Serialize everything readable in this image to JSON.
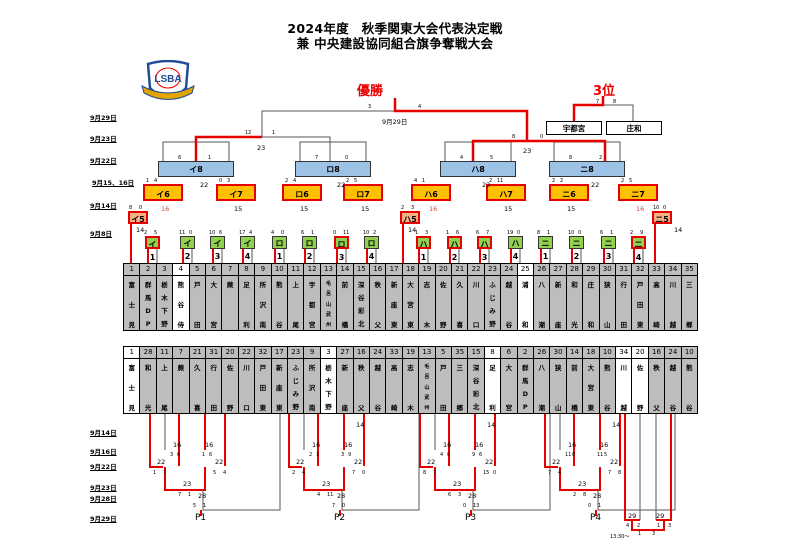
{
  "title_line1": "2024年度　秋季関東大会代表決定戦",
  "title_line2": "兼 中央建設協同組合旗争奪戦大会",
  "logo": {
    "text": "LSBA"
  },
  "colors": {
    "winner_line": "#e60000",
    "loser_line": "#555555",
    "block_final": "#9cc3e6",
    "block_semi": "#ffc000",
    "pre_match": "#f4b183",
    "first_round": "#92d050",
    "team_cell": "#bdbdbd",
    "highlight_cell": "#ffffff"
  },
  "labels": {
    "champion": "優勝",
    "third_place": "3位",
    "final_date": "9月29日",
    "third_teams": [
      "宇都宮",
      "庄和"
    ],
    "third_scores": [
      "7",
      "8"
    ],
    "final_scores": [
      "3",
      "4"
    ]
  },
  "date_labels_top": [
    "9月29日",
    "9月23日",
    "9月22日",
    "9月15、16日",
    "9月14日",
    "9月8日"
  ],
  "date_labels_bottom": [
    "9月14日",
    "9月16日",
    "9月22日",
    "9月23日",
    "9月28日",
    "9月29日"
  ],
  "top_teams": [
    {
      "num": "1",
      "name": [
        "富",
        "士",
        "見"
      ]
    },
    {
      "num": "2",
      "name": [
        "群",
        "馬",
        "D",
        "P"
      ]
    },
    {
      "num": "3",
      "name": [
        "栃",
        "木",
        "下",
        "野"
      ]
    },
    {
      "num": "4",
      "name": [
        "熊",
        "谷",
        "侍"
      ],
      "white": true
    },
    {
      "num": "5",
      "name": [
        "戸",
        "田"
      ]
    },
    {
      "num": "6",
      "name": [
        "大",
        "宮"
      ]
    },
    {
      "num": "7",
      "name": [
        "蕨"
      ]
    },
    {
      "num": "8",
      "name": [
        "足",
        "利"
      ]
    },
    {
      "num": "9",
      "name": [
        "所",
        "沢",
        "南"
      ]
    },
    {
      "num": "10",
      "name": [
        "熊",
        "谷"
      ]
    },
    {
      "num": "11",
      "name": [
        "上",
        "尾"
      ]
    },
    {
      "num": "12",
      "name": [
        "宇",
        "都",
        "宮"
      ]
    },
    {
      "num": "13",
      "name": [
        "毛",
        "呂",
        "山",
        "武",
        "州"
      ]
    },
    {
      "num": "14",
      "name": [
        "前",
        "橋"
      ]
    },
    {
      "num": "15",
      "name": [
        "深",
        "谷",
        "彩",
        "北"
      ]
    },
    {
      "num": "16",
      "name": [
        "秩",
        "父"
      ]
    },
    {
      "num": "17",
      "name": [
        "新",
        "座",
        "東"
      ]
    },
    {
      "num": "18",
      "name": [
        "大",
        "宮",
        "東"
      ]
    },
    {
      "num": "19",
      "name": [
        "志",
        "木"
      ]
    },
    {
      "num": "20",
      "name": [
        "佐",
        "野"
      ]
    },
    {
      "num": "21",
      "name": [
        "久",
        "喜"
      ]
    },
    {
      "num": "22",
      "name": [
        "川",
        "口"
      ]
    },
    {
      "num": "23",
      "name": [
        "ふ",
        "じ",
        "み",
        "野"
      ]
    },
    {
      "num": "24",
      "name": [
        "越",
        "谷"
      ]
    },
    {
      "num": "25",
      "name": [
        "浦",
        "和"
      ],
      "white": true
    },
    {
      "num": "26",
      "name": [
        "八",
        "潮"
      ]
    },
    {
      "num": "27",
      "name": [
        "新",
        "座"
      ]
    },
    {
      "num": "28",
      "name": [
        "和",
        "光"
      ]
    },
    {
      "num": "29",
      "name": [
        "庄",
        "和"
      ]
    },
    {
      "num": "30",
      "name": [
        "狭",
        "山"
      ]
    },
    {
      "num": "31",
      "name": [
        "行",
        "田"
      ]
    },
    {
      "num": "32",
      "name": [
        "戸",
        "田",
        "東"
      ]
    },
    {
      "num": "33",
      "name": [
        "高",
        "崎"
      ]
    },
    {
      "num": "34",
      "name": [
        "川",
        "越"
      ]
    },
    {
      "num": "35",
      "name": [
        "三",
        "郷"
      ]
    }
  ],
  "bottom_teams": [
    {
      "num": "1",
      "name": [
        "富",
        "士",
        "見"
      ],
      "white": true
    },
    {
      "num": "28",
      "name": [
        "和",
        "光"
      ]
    },
    {
      "num": "11",
      "name": [
        "上",
        "尾"
      ]
    },
    {
      "num": "7",
      "name": [
        "蕨"
      ]
    },
    {
      "num": "21",
      "name": [
        "久",
        "喜"
      ]
    },
    {
      "num": "31",
      "name": [
        "行",
        "田"
      ]
    },
    {
      "num": "20",
      "name": [
        "佐",
        "野"
      ]
    },
    {
      "num": "22",
      "name": [
        "川",
        "口"
      ]
    },
    {
      "num": "32",
      "name": [
        "戸",
        "田",
        "東"
      ]
    },
    {
      "num": "17",
      "name": [
        "新",
        "座",
        "東"
      ]
    },
    {
      "num": "23",
      "name": [
        "ふ",
        "じ",
        "み",
        "野"
      ]
    },
    {
      "num": "9",
      "name": [
        "所",
        "沢",
        "南"
      ]
    },
    {
      "num": "3",
      "name": [
        "栃",
        "木",
        "下",
        "野"
      ],
      "white": true
    },
    {
      "num": "27",
      "name": [
        "新",
        "座"
      ]
    },
    {
      "num": "16",
      "name": [
        "秩",
        "父"
      ]
    },
    {
      "num": "24",
      "name": [
        "越",
        "谷"
      ]
    },
    {
      "num": "33",
      "name": [
        "高",
        "崎"
      ]
    },
    {
      "num": "19",
      "name": [
        "志",
        "木"
      ]
    },
    {
      "num": "13",
      "name": [
        "毛",
        "呂",
        "山",
        "武",
        "州"
      ]
    },
    {
      "num": "5",
      "name": [
        "戸",
        "田"
      ]
    },
    {
      "num": "35",
      "name": [
        "三",
        "郷"
      ]
    },
    {
      "num": "15",
      "name": [
        "深",
        "谷",
        "彩",
        "北"
      ]
    },
    {
      "num": "8",
      "name": [
        "足",
        "利"
      ],
      "white": true
    },
    {
      "num": "6",
      "name": [
        "大",
        "宮"
      ]
    },
    {
      "num": "2",
      "name": [
        "群",
        "馬",
        "D",
        "P"
      ]
    },
    {
      "num": "26",
      "name": [
        "八",
        "潮"
      ]
    },
    {
      "num": "30",
      "name": [
        "狭",
        "山"
      ]
    },
    {
      "num": "14",
      "name": [
        "前",
        "橋"
      ]
    },
    {
      "num": "18",
      "name": [
        "大",
        "宮",
        "東"
      ]
    },
    {
      "num": "10",
      "name": [
        "熊",
        "谷"
      ]
    },
    {
      "num": "34",
      "name": [
        "川",
        "越"
      ],
      "white": true
    },
    {
      "num": "20",
      "name": [
        "佐",
        "野"
      ],
      "white": true
    },
    {
      "num": "16",
      "name": [
        "秩",
        "父"
      ]
    },
    {
      "num": "24",
      "name": [
        "越",
        "谷"
      ]
    },
    {
      "num": "10",
      "name": [
        "熊",
        "谷"
      ]
    }
  ],
  "first_round": [
    {
      "label": "イ1",
      "scores": [
        "2",
        "5"
      ]
    },
    {
      "label": "イ2",
      "scores": [
        "11",
        "0"
      ]
    },
    {
      "label": "イ3",
      "scores": [
        "10",
        "6"
      ]
    },
    {
      "label": "イ4",
      "scores": [
        "17",
        "4"
      ]
    },
    {
      "label": "ロ1",
      "scores": [
        "4",
        "0"
      ]
    },
    {
      "label": "ロ2",
      "scores": [
        "6",
        "1"
      ]
    },
    {
      "label": "ロ3",
      "scores": [
        "0",
        "11"
      ]
    },
    {
      "label": "ロ4",
      "scores": [
        "10",
        "2"
      ]
    },
    {
      "label": "ハ1",
      "scores": [
        "1",
        "3"
      ]
    },
    {
      "label": "ハ2",
      "scores": [
        "1",
        "6"
      ]
    },
    {
      "label": "ハ3",
      "scores": [
        "6",
        "7"
      ]
    },
    {
      "label": "ハ4",
      "scores": [
        "19",
        "0"
      ]
    },
    {
      "label": "ニ1",
      "scores": [
        "8",
        "1"
      ]
    },
    {
      "label": "ニ2",
      "scores": [
        "10",
        "0"
      ]
    },
    {
      "label": "ニ3",
      "scores": [
        "6",
        "1"
      ]
    },
    {
      "label": "ニ4",
      "scores": [
        "2",
        "9"
      ]
    }
  ],
  "pre_matches": [
    {
      "label": "イ5",
      "scores": [
        "8",
        "0"
      ],
      "date": "14"
    },
    {
      "label": "ハ5",
      "scores": [
        "2",
        "3"
      ],
      "date": "14"
    },
    {
      "label": "ニ5",
      "scores": [
        "10",
        "0"
      ],
      "date": "14"
    }
  ],
  "semis": [
    {
      "label": "イ6",
      "scores": [
        "1",
        "4"
      ],
      "date": "16"
    },
    {
      "label": "イ7",
      "scores": [
        "0",
        "3"
      ],
      "date": "15"
    },
    {
      "label": "ロ6",
      "scores": [
        "2",
        "4"
      ],
      "date": "15"
    },
    {
      "label": "ロ7",
      "scores": [
        "2",
        "5"
      ],
      "date": "15"
    },
    {
      "label": "ハ6",
      "scores": [
        "4",
        "1"
      ],
      "date": "16"
    },
    {
      "label": "ハ7",
      "scores": [
        "2",
        "11"
      ],
      "date": "15"
    },
    {
      "label": "ニ6",
      "scores": [
        "2",
        "2"
      ],
      "date": "15"
    },
    {
      "label": "ニ7",
      "scores": [
        "2",
        "5"
      ],
      "date": "16"
    }
  ],
  "block_finals": [
    {
      "label": "イ8",
      "scores": [
        "6",
        "1"
      ],
      "date": "22"
    },
    {
      "label": "ロ8",
      "scores": [
        "7",
        "0"
      ],
      "date": "22"
    },
    {
      "label": "ハ8",
      "scores": [
        "4",
        "5"
      ],
      "date": "22"
    },
    {
      "label": "ニ8",
      "scores": [
        "8",
        "2"
      ],
      "date": "22"
    }
  ],
  "semi_finals": [
    {
      "scores": [
        "12",
        "1"
      ],
      "date": "23"
    },
    {
      "scores": [
        "8",
        "0"
      ],
      "date": "23"
    }
  ],
  "lower": {
    "groups": [
      {
        "playoff": "P1",
        "r1": [
          {
            "date": "16",
            "scores": [
              "3",
              "6"
            ]
          },
          {
            "date": "16",
            "scores": [
              "1",
              "6"
            ]
          }
        ],
        "r2": [
          {
            "date": "22",
            "scores": [
              "1",
              "7"
            ]
          },
          {
            "date": "22",
            "scores": [
              "5",
              "4"
            ]
          }
        ],
        "r3": {
          "date": "23",
          "scores": [
            "7",
            "1"
          ]
        },
        "r4": {
          "date": "28",
          "scores": [
            "5",
            "1"
          ]
        }
      },
      {
        "playoff": "P2",
        "r0": {
          "date": "14",
          "scores": [
            "3",
            "9"
          ]
        },
        "r1": [
          {
            "date": "16",
            "scores": [
              "2",
              "1"
            ]
          },
          {
            "date": "16",
            "scores": [
              "3",
              "9"
            ]
          }
        ],
        "r2": [
          {
            "date": "22",
            "scores": [
              "2",
              "4"
            ]
          },
          {
            "date": "22",
            "scores": [
              "7",
              "0"
            ]
          }
        ],
        "r3": {
          "date": "23",
          "scores": [
            "4",
            "11"
          ]
        },
        "r4": {
          "date": "28",
          "scores": [
            "7",
            "0"
          ]
        }
      },
      {
        "playoff": "P3",
        "r0": {
          "date": "14",
          "scores": [
            "2",
            "0"
          ]
        },
        "r1": [
          {
            "date": "16",
            "scores": [
              "4",
              "0"
            ]
          },
          {
            "date": "16",
            "scores": [
              "9",
              "6"
            ]
          }
        ],
        "r2": [
          {
            "date": "22",
            "scores": [
              "8",
              "7"
            ]
          },
          {
            "date": "22",
            "scores": [
              "15",
              "0"
            ]
          }
        ],
        "r3": {
          "date": "23",
          "scores": [
            "6",
            "3"
          ]
        },
        "r4": {
          "date": "28",
          "scores": [
            "0",
            "13"
          ]
        }
      },
      {
        "playoff": "P4",
        "r0": {
          "date": "14",
          "scores": [
            "8",
            "7"
          ]
        },
        "r1": [
          {
            "date": "16",
            "scores": [
              "11",
              "0"
            ]
          },
          {
            "date": "16",
            "scores": [
              "11",
              "5"
            ]
          }
        ],
        "r2": [
          {
            "date": "22",
            "scores": [
              "7",
              "4"
            ]
          },
          {
            "date": "22",
            "scores": [
              "7",
              "8"
            ]
          }
        ],
        "r3": {
          "date": "23",
          "scores": [
            "2",
            "8"
          ]
        },
        "r4": {
          "date": "28",
          "scores": [
            "0",
            "1"
          ]
        }
      }
    ],
    "extra": {
      "left": {
        "date": "29",
        "scores": [
          "4",
          "2"
        ]
      },
      "right": {
        "date": "29",
        "scores": [
          "1",
          "3"
        ]
      },
      "final_scores": [
        "1",
        "3"
      ],
      "note": "13:30〜"
    }
  }
}
